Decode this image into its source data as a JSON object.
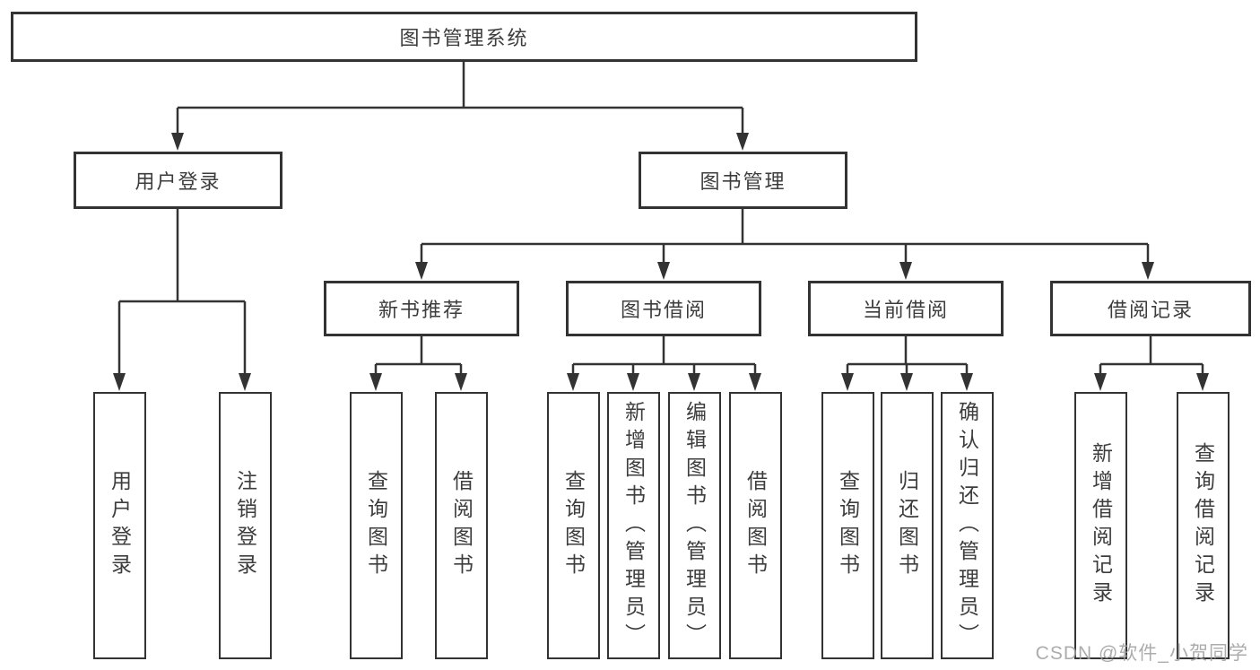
{
  "diagram": {
    "root": "图书管理系统",
    "level2": [
      "用户登录",
      "图书管理"
    ],
    "level3": [
      "新书推荐",
      "图书借阅",
      "当前借阅",
      "借阅记录"
    ],
    "leaves": {
      "user_login": [
        "用户登录",
        "注销登录"
      ],
      "new_book_recommend": [
        "查询图书",
        "借阅图书"
      ],
      "book_borrow": [
        "查询图书",
        "新增图书（管理员）",
        "编辑图书（管理员）",
        "借阅图书"
      ],
      "current_borrow": [
        "查询图书",
        "归还图书",
        "确认归还（管理员）"
      ],
      "borrow_records": [
        "新增借阅记录",
        "查询借阅记录"
      ]
    }
  },
  "watermark": "CSDN @软件_小贺同学",
  "colors": {
    "line": "#333333",
    "text": "#3d3d3d",
    "box_fill": "#ffffff",
    "background": "#ffffff",
    "watermark": "#9e9e9e"
  }
}
